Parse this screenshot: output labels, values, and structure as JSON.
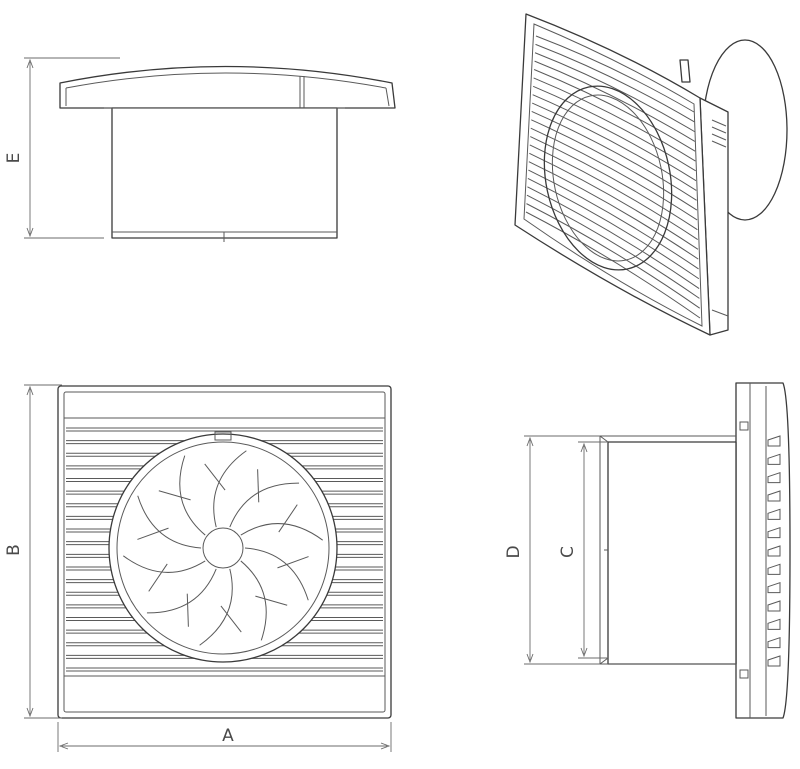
{
  "diagram": {
    "views": [
      "side-view",
      "perspective-view",
      "front-view",
      "profile-view"
    ],
    "dimension_labels": {
      "a": "A",
      "b": "B",
      "c": "C",
      "d": "D",
      "e": "E"
    },
    "front_view": {
      "grille_slats": 20,
      "impeller_blades": 10
    },
    "profile_view": {
      "fins": 13
    },
    "line_color": "#3a3a3a",
    "background_color": "#ffffff"
  }
}
